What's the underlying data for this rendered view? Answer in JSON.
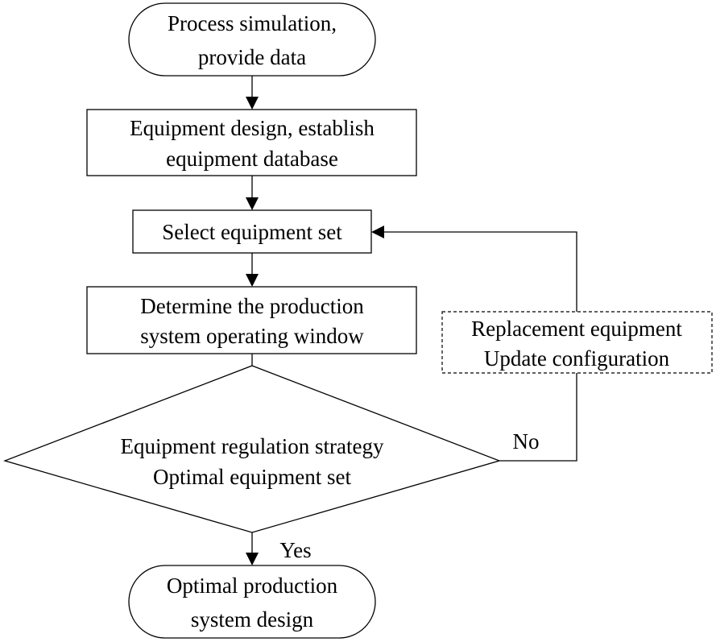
{
  "nodes": {
    "start": {
      "line1": "Process simulation,",
      "line2": "provide data"
    },
    "equipment_design": {
      "line1": "Equipment design, establish",
      "line2": "equipment database"
    },
    "select_set": {
      "line1": "Select equipment  set"
    },
    "operating_window": {
      "line1": "Determine the production",
      "line2": "system operating window"
    },
    "decision": {
      "line1": "Equipment regulation strategy",
      "line2": "Optimal equipment  set"
    },
    "replacement": {
      "line1": "Replacement equipment",
      "line2": "Update configuration"
    },
    "end": {
      "line1": "Optimal production",
      "line2": "system design"
    }
  },
  "edges": {
    "no_label": "No",
    "yes_label": "Yes"
  }
}
